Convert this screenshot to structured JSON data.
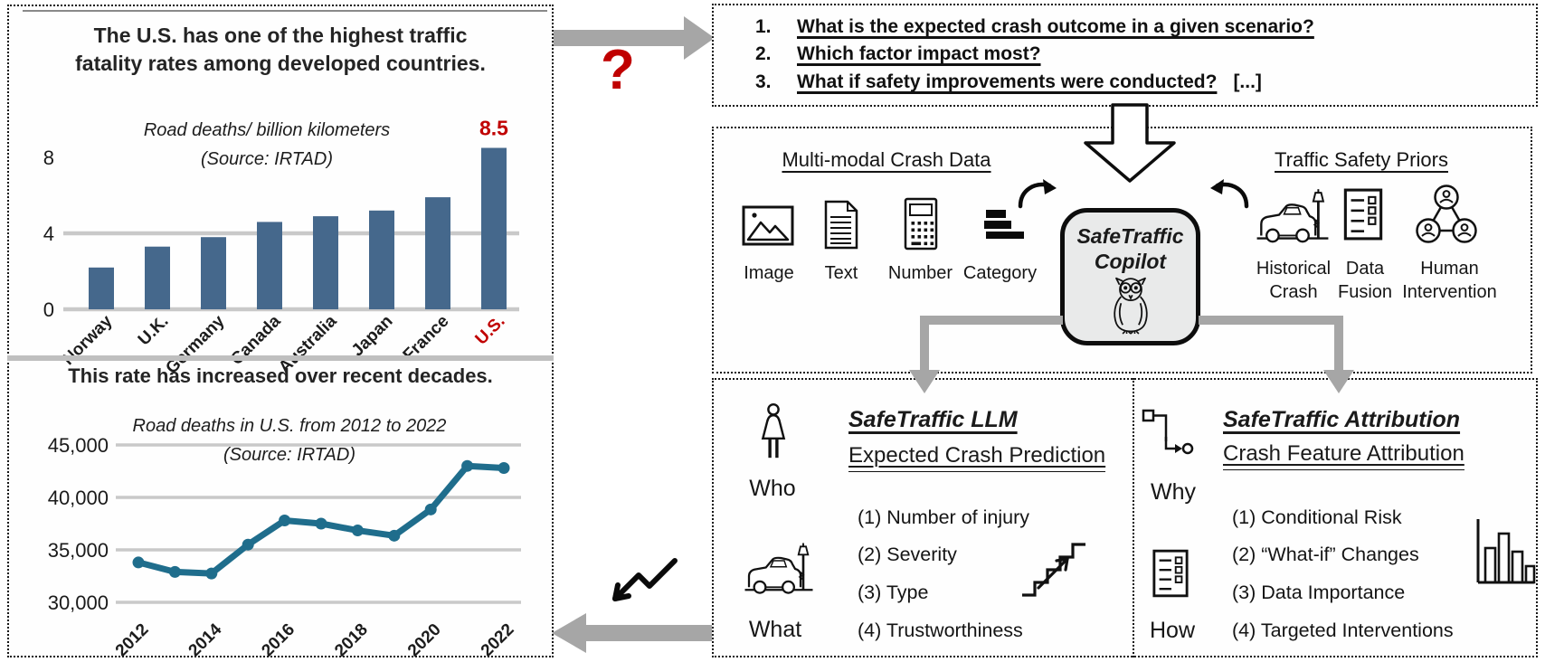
{
  "chart_data": [
    {
      "type": "bar",
      "title": [
        "The U.S. has one of the highest traffic",
        "fatality rates among developed countries."
      ],
      "subtitle": [
        "Road deaths/ billion kilometers",
        "(Source: IRTAD)"
      ],
      "categories": [
        "Norway",
        "U.K.",
        "Germany",
        "Canada",
        "Australia",
        "Japan",
        "France",
        "U.S."
      ],
      "values": [
        2.2,
        3.3,
        3.8,
        4.6,
        4.9,
        5.2,
        5.9,
        8.5
      ],
      "highlight_index": 7,
      "highlight_label": "8.5",
      "yticks": [
        0,
        4,
        8
      ],
      "grid_ticks": [
        0,
        4
      ],
      "ylim": [
        0,
        9.5
      ],
      "xlabel": "",
      "ylabel": ""
    },
    {
      "type": "line",
      "title": "This rate has increased over recent decades.",
      "subtitle": [
        "Road deaths in U.S. from 2012 to 2022",
        "(Source: IRTAD)"
      ],
      "x": [
        2012,
        2013,
        2014,
        2015,
        2016,
        2017,
        2018,
        2019,
        2020,
        2021,
        2022
      ],
      "values": [
        33800,
        32900,
        32750,
        35500,
        37800,
        37500,
        36850,
        36350,
        38850,
        43000,
        42800
      ],
      "yticks": [
        "30,000",
        "35,000",
        "40,000",
        "45,000"
      ],
      "xticks": [
        2012,
        2014,
        2016,
        2018,
        2020,
        2022
      ],
      "ylim": [
        30000,
        46000
      ],
      "xlabel": "",
      "ylabel": ""
    }
  ],
  "questions": {
    "rows": [
      {
        "num": "1.",
        "text": "What is the expected crash outcome in a given scenario?"
      },
      {
        "num": "2.",
        "text": "Which factor impact most?"
      },
      {
        "num": "3.",
        "text": "What if safety improvements were conducted?"
      }
    ],
    "ellipsis": "[...]"
  },
  "connector": {
    "question_mark": "?"
  },
  "middle": {
    "crash_data": {
      "title": "Multi-modal Crash Data",
      "labels": [
        "Image",
        "Text",
        "Number",
        "Category"
      ]
    },
    "copilot": {
      "line1": "SafeTraffic",
      "line2": "Copilot"
    },
    "priors": {
      "title": "Traffic Safety Priors",
      "labels": [
        [
          "Historical",
          "Crash"
        ],
        [
          "Data",
          "Fusion"
        ],
        [
          "Human",
          "Intervention"
        ]
      ]
    }
  },
  "llm": {
    "title": "SafeTraffic LLM",
    "subtitle": "Expected Crash Prediction",
    "who": "Who",
    "what": "What",
    "items": [
      "(1) Number of injury",
      "(2) Severity",
      "(3) Type",
      "(4) Trustworthiness"
    ]
  },
  "attribution": {
    "title": "SafeTraffic Attribution",
    "subtitle": "Crash Feature Attribution",
    "why": "Why",
    "how": "How",
    "items": [
      "(1) Conditional Risk",
      "(2) “What-if” Changes",
      "(3) Data Importance",
      "(4) Targeted Interventions"
    ]
  },
  "colors": {
    "bar_fill": "#45688c",
    "line_stroke": "#1f6d8c",
    "accent_red": "#c00000",
    "arrow_gray": "#a6a6a6",
    "gridline": "#c9c9c9",
    "copilot_fill": "#e9eaea",
    "text_dark": "#1a1a1a"
  }
}
